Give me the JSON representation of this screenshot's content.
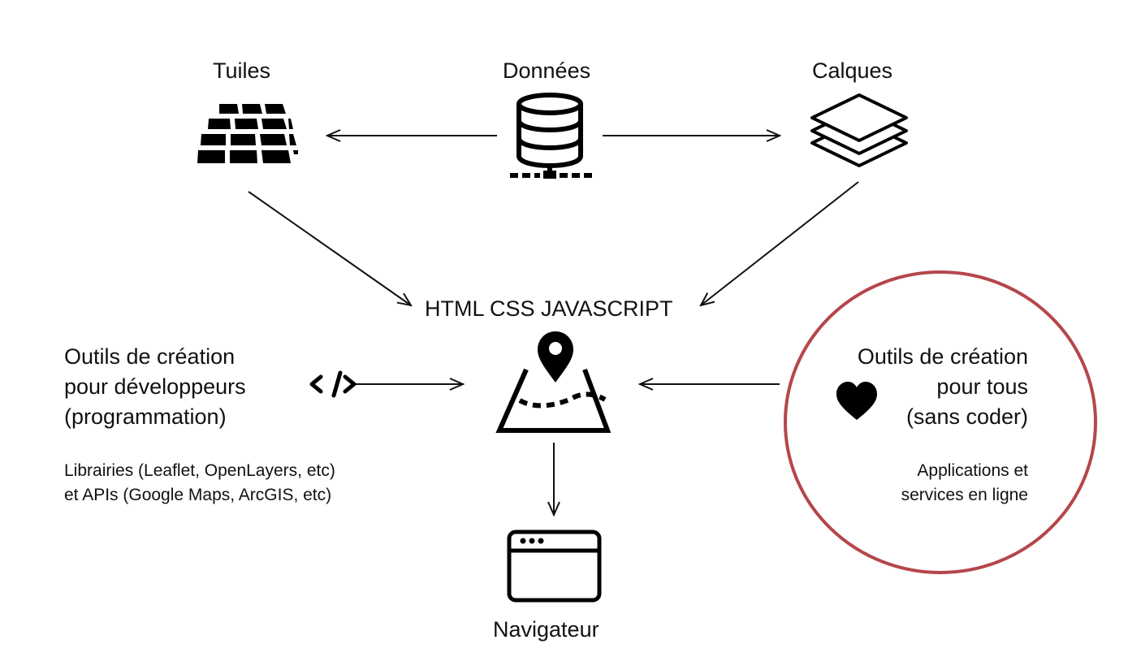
{
  "nodes": {
    "tiles": {
      "label": "Tuiles",
      "icon": "tiles-grid-icon"
    },
    "data": {
      "label": "Données",
      "icon": "database-server-icon"
    },
    "layers": {
      "label": "Calques",
      "icon": "layers-stack-icon"
    },
    "web": {
      "label": "HTML CSS JAVASCRIPT",
      "icon": "map-pin-icon"
    },
    "browser": {
      "label": "Navigateur",
      "icon": "browser-window-icon"
    }
  },
  "dev_tools": {
    "title_lines": [
      "Outils de création",
      "pour développeurs",
      "(programmation)"
    ],
    "detail_lines": [
      "Librairies (Leaflet, OpenLayers, etc)",
      "et APIs (Google Maps, ArcGIS, etc)"
    ],
    "icon": "code-icon"
  },
  "nocode_tools": {
    "title_lines": [
      "Outils de création",
      "pour tous",
      "(sans coder)"
    ],
    "detail_lines": [
      "Applications et",
      "services en ligne"
    ],
    "icon": "heart-icon",
    "highlight_color": "#b5464b"
  }
}
